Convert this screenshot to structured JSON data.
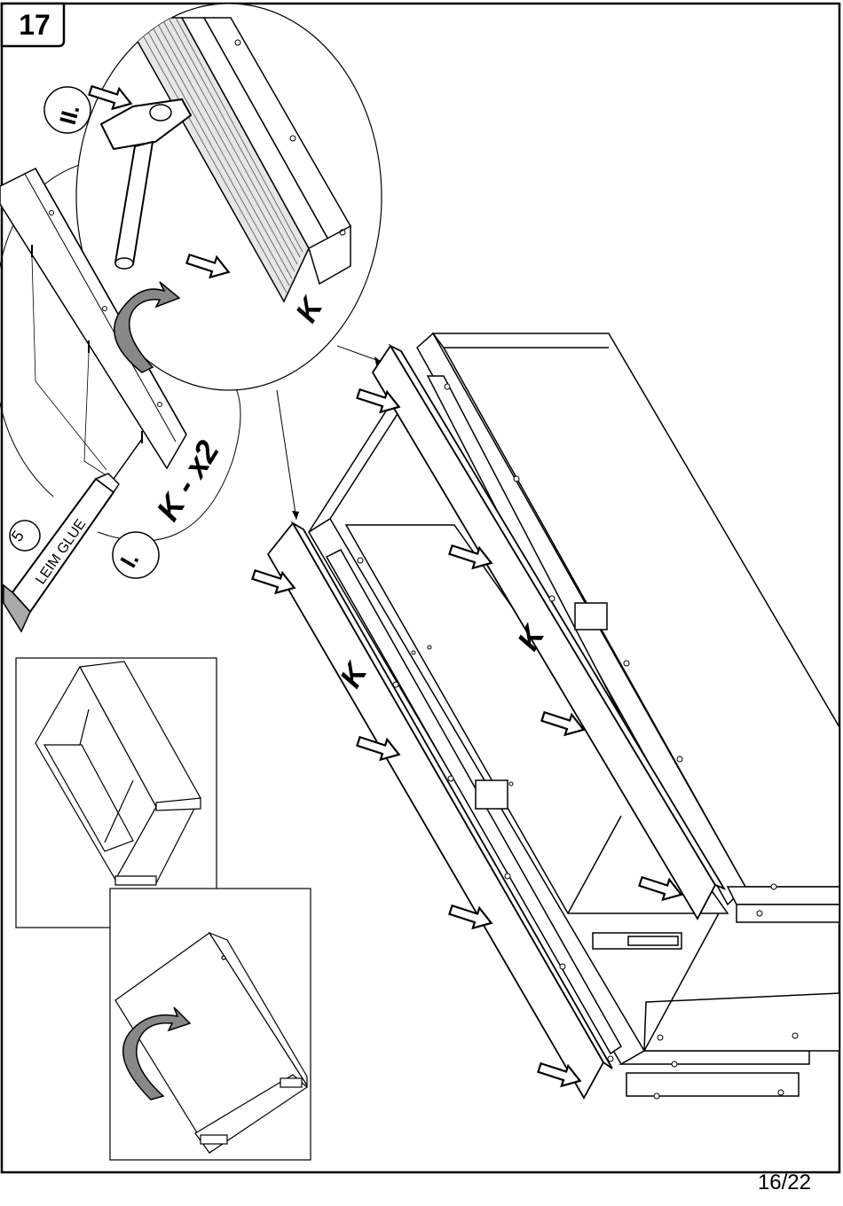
{
  "step": {
    "number": "17"
  },
  "page": {
    "number": "16/22"
  },
  "detail": {
    "step_one_label": "I.",
    "step_two_label": "II.",
    "part_quantity": "K - x2",
    "glue_label": "LEIM GLUE",
    "glue_circle_number": "5",
    "panel_label": "K"
  },
  "main": {
    "panel_labels": [
      "K",
      "K",
      "K"
    ]
  },
  "icons": [
    "hammer-icon",
    "glue-tube-icon",
    "rotate-arrow-icon",
    "push-arrow-icon"
  ]
}
